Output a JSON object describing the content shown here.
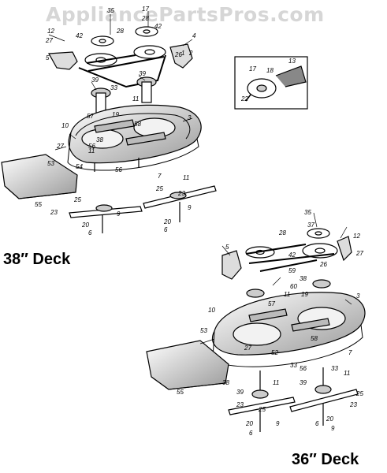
{
  "watermark": "AppliancePartsPros.com",
  "deck_38_label": "38″ Deck",
  "deck_36_label": "36″ Deck",
  "top_part_numbers": [
    "35",
    "12",
    "27",
    "28",
    "42",
    "17",
    "28",
    "42",
    "4",
    "5",
    "26",
    "1",
    "2",
    "39",
    "39",
    "33",
    "11",
    "19",
    "57",
    "58",
    "3",
    "10",
    "27",
    "56",
    "38",
    "53",
    "11",
    "54",
    "56",
    "55",
    "25",
    "23",
    "9",
    "20",
    "6",
    "7",
    "11",
    "25",
    "23",
    "9",
    "20",
    "6"
  ],
  "inset_part_numbers": [
    "17",
    "18",
    "13",
    "22"
  ],
  "bottom_part_numbers": [
    "35",
    "37",
    "28",
    "12",
    "27",
    "5",
    "42",
    "26",
    "59",
    "38",
    "60",
    "11",
    "19",
    "57",
    "3",
    "10",
    "27",
    "53",
    "52",
    "58",
    "7",
    "33",
    "56",
    "38",
    "55",
    "39",
    "11",
    "25",
    "23",
    "20",
    "9",
    "6",
    "33",
    "39",
    "11",
    "25",
    "23",
    "20",
    "9",
    "6"
  ]
}
